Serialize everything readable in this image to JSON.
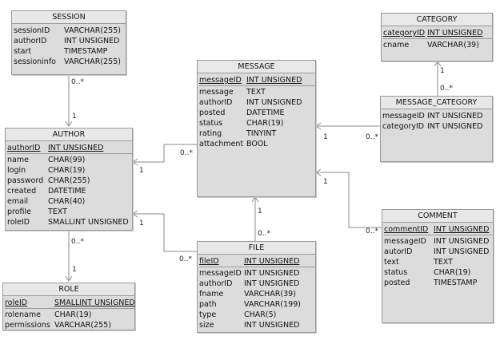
{
  "entities": {
    "session": {
      "title": "SESSION",
      "fields": [
        {
          "name": "sessionID",
          "type": "VARCHAR(255)"
        },
        {
          "name": "authorID",
          "type": "INT UNSIGNED"
        },
        {
          "name": "start",
          "type": "TIMESTAMP"
        },
        {
          "name": "sessioninfo",
          "type": "VARCHAR(255)"
        }
      ]
    },
    "category": {
      "title": "CATEGORY",
      "fields": [
        {
          "name": "categoryID",
          "type": "INT UNSIGNED",
          "pk": true
        },
        {
          "name": "cname",
          "type": "VARCHAR(39)"
        }
      ]
    },
    "message": {
      "title": "MESSAGE",
      "fields": [
        {
          "name": "messageID",
          "type": "INT UNSIGNED",
          "pk": true
        },
        {
          "name": "message",
          "type": "TEXT"
        },
        {
          "name": "authorID",
          "type": "INT UNSIGNED"
        },
        {
          "name": "posted",
          "type": "DATETIME"
        },
        {
          "name": "status",
          "type": "CHAR(19)"
        },
        {
          "name": "rating",
          "type": "TINYINT"
        },
        {
          "name": "attachment",
          "type": "BOOL"
        }
      ]
    },
    "message_category": {
      "title": "MESSAGE_CATEGORY",
      "fields": [
        {
          "name": "messageID",
          "type": "INT UNSIGNED"
        },
        {
          "name": "categoryID",
          "type": "INT UNSIGNED"
        }
      ]
    },
    "author": {
      "title": "AUTHOR",
      "fields": [
        {
          "name": "authorID",
          "type": "INT UNSIGNED",
          "pk": true
        },
        {
          "name": "name",
          "type": "CHAR(99)"
        },
        {
          "name": "login",
          "type": "CHAR(19)"
        },
        {
          "name": "password",
          "type": "CHAR(255)"
        },
        {
          "name": "created",
          "type": "DATETIME"
        },
        {
          "name": "email",
          "type": "CHAR(40)"
        },
        {
          "name": "profile",
          "type": "TEXT"
        },
        {
          "name": "roleID",
          "type": "SMALLINT UNSIGNED"
        }
      ]
    },
    "comment": {
      "title": "COMMENT",
      "fields": [
        {
          "name": "commentID",
          "type": "INT UNSIGNED",
          "pk": true
        },
        {
          "name": "messageID",
          "type": "INT UNSIGNED"
        },
        {
          "name": "autorID",
          "type": "INT UNSIGNED"
        },
        {
          "name": "text",
          "type": "TEXT"
        },
        {
          "name": "status",
          "type": "CHAR(19)"
        },
        {
          "name": "posted",
          "type": "TIMESTAMP"
        }
      ]
    },
    "file": {
      "title": "FILE",
      "fields": [
        {
          "name": "fileID",
          "type": "INT UNSIGNED",
          "pk": true
        },
        {
          "name": "messageID",
          "type": "INT UNSIGNED"
        },
        {
          "name": "authorID",
          "type": "INT UNSIGNED"
        },
        {
          "name": "fname",
          "type": "VARCHAR(39)"
        },
        {
          "name": "path",
          "type": "VARCHAR(199)"
        },
        {
          "name": "type",
          "type": "CHAR(5)"
        },
        {
          "name": "size",
          "type": "INT UNSIGNED"
        }
      ]
    },
    "role": {
      "title": "ROLE",
      "fields": [
        {
          "name": "roleID",
          "type": "SMALLINT UNSIGNED",
          "pk": true
        },
        {
          "name": "rolename",
          "type": "CHAR(19)"
        },
        {
          "name": "permissions",
          "type": "VARCHAR(255)"
        }
      ]
    }
  },
  "relations": {
    "session_author": {
      "many": "0..*",
      "one": "1"
    },
    "author_message": {
      "many": "0..*",
      "one": "1"
    },
    "category_msgcat": {
      "one": "1",
      "many": "0..*"
    },
    "message_msgcat": {
      "one": "1",
      "many": "0..*"
    },
    "author_role": {
      "many": "0..*",
      "one": "1"
    },
    "author_file": {
      "one": "1",
      "many": "0..*"
    },
    "message_file": {
      "one": "1",
      "many": "0..*"
    },
    "message_comment": {
      "one": "1",
      "many": "0..*"
    }
  }
}
